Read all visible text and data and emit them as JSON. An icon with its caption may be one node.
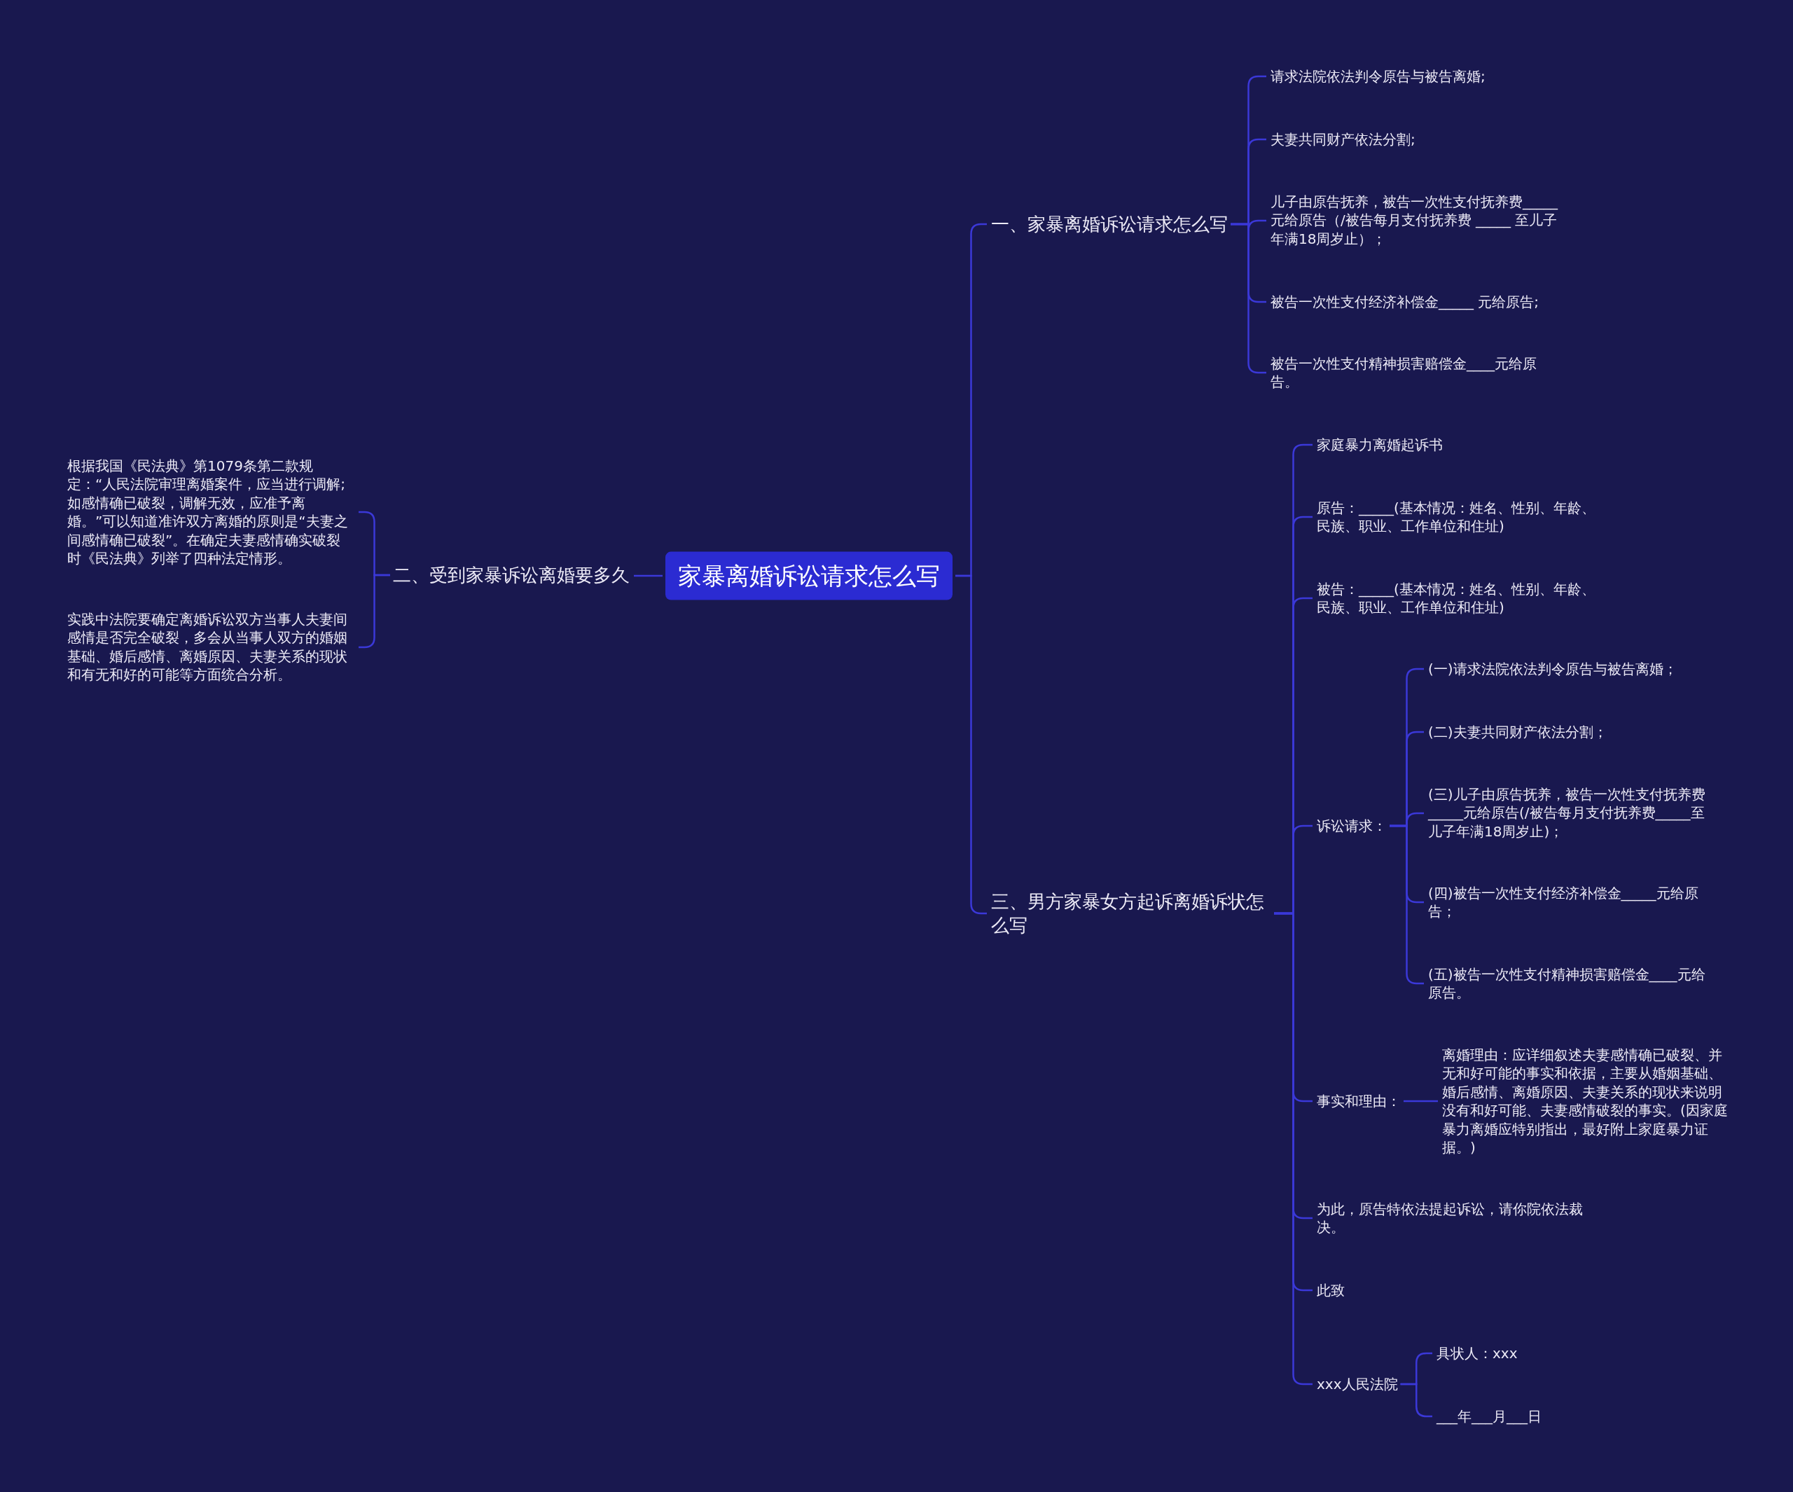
{
  "diagram": {
    "nodes": [
      {
        "text": [
          "家暴离婚诉讼请求怎么写"
        ]
      },
      {
        "text": [
          "一、家暴离婚诉讼请求怎么写"
        ]
      },
      {
        "text": [
          "请求法院依法判令原告与被告离婚;"
        ]
      },
      {
        "text": [
          "夫妻共同财产依法分割;"
        ]
      },
      {
        "text": [
          "儿子由原告抚养，被告一次性支付抚养费_____元给原告（/被告每月支付抚养费 _____ 至儿子年满18周岁止）；"
        ]
      },
      {
        "text": [
          "被告一次性支付经济补偿金_____ 元给原告;"
        ]
      },
      {
        "text": [
          "被告一次性支付精神损害赔偿金____元给原告。"
        ]
      },
      {
        "text": [
          "二、受到家暴诉讼离婚要多久"
        ]
      },
      {
        "text": [
          "根据我国《民法典》第1079条第二款规定：“人民法院审理离婚案件，应当进行调解;如感情确已破裂，调解无效，应准予离婚。”可以知道准许双方离婚的原则是“夫妻之间感情确已破裂”。在确定夫妻感情确实破裂时《民法典》列举了四种法定情形。"
        ]
      },
      {
        "text": [
          "实践中法院要确定离婚诉讼双方当事人夫妻间感情是否完全破裂，多会从当事人双方的婚姻基础、婚后感情、离婚原因、夫妻关系的现状和有无和好的可能等方面统合分析。"
        ]
      },
      {
        "text": [
          "三、男方家暴女方起诉离婚诉状怎么写"
        ]
      },
      {
        "text": [
          "家庭暴力离婚起诉书"
        ]
      },
      {
        "text": [
          "原告：_____(基本情况：姓名、性别、年龄、民族、职业、工作单位和住址)"
        ]
      },
      {
        "text": [
          "被告：_____(基本情况：姓名、性别、年龄、民族、职业、工作单位和住址)"
        ]
      },
      {
        "text": [
          "诉讼请求："
        ]
      },
      {
        "text": [
          "(一)请求法院依法判令原告与被告离婚；"
        ]
      },
      {
        "text": [
          "(二)夫妻共同财产依法分割；"
        ]
      },
      {
        "text": [
          "(三)儿子由原告抚养，被告一次性支付抚养费_____元给原告(/被告每月支付抚养费_____至儿子年满18周岁止)；"
        ]
      },
      {
        "text": [
          "(四)被告一次性支付经济补偿金_____元给原告；"
        ]
      },
      {
        "text": [
          "(五)被告一次性支付精神损害赔偿金____元给原告。"
        ]
      },
      {
        "text": [
          "事实和理由："
        ]
      },
      {
        "text": [
          "离婚理由：应详细叙述夫妻感情确已破裂、并无和好可能的事实和依据，主要从婚姻基础、婚后感情、离婚原因、夫妻关系的现状来说明没有和好可能、夫妻感情破裂的事实。(因家庭暴力离婚应特别指出，最好附上家庭暴力证据。)"
        ]
      },
      {
        "text": [
          "为此，原告特依法提起诉讼，请你院依法裁决。"
        ]
      },
      {
        "text": [
          "此致"
        ]
      },
      {
        "text": [
          "xxx人民法院"
        ]
      },
      {
        "text": [
          "具状人：xxx"
        ]
      },
      {
        "text": [
          "___年___月___日"
        ]
      }
    ],
    "edges": [
      {
        "from": 0,
        "to": 1,
        "arrow": "none"
      },
      {
        "from": 1,
        "to": 2,
        "arrow": "none"
      },
      {
        "from": 1,
        "to": 3,
        "arrow": "none"
      },
      {
        "from": 1,
        "to": 4,
        "arrow": "none"
      },
      {
        "from": 1,
        "to": 5,
        "arrow": "none"
      },
      {
        "from": 1,
        "to": 6,
        "arrow": "none"
      },
      {
        "from": 0,
        "to": 7,
        "arrow": "none"
      },
      {
        "from": 7,
        "to": 8,
        "arrow": "none"
      },
      {
        "from": 7,
        "to": 9,
        "arrow": "none"
      },
      {
        "from": 0,
        "to": 10,
        "arrow": "none"
      },
      {
        "from": 10,
        "to": 11,
        "arrow": "none"
      },
      {
        "from": 10,
        "to": 12,
        "arrow": "none"
      },
      {
        "from": 10,
        "to": 13,
        "arrow": "none"
      },
      {
        "from": 10,
        "to": 14,
        "arrow": "none"
      },
      {
        "from": 14,
        "to": 15,
        "arrow": "none"
      },
      {
        "from": 14,
        "to": 16,
        "arrow": "none"
      },
      {
        "from": 14,
        "to": 17,
        "arrow": "none"
      },
      {
        "from": 14,
        "to": 18,
        "arrow": "none"
      },
      {
        "from": 14,
        "to": 19,
        "arrow": "none"
      },
      {
        "from": 10,
        "to": 20,
        "arrow": "none"
      },
      {
        "from": 20,
        "to": 21,
        "arrow": "none"
      },
      {
        "from": 10,
        "to": 22,
        "arrow": "none"
      },
      {
        "from": 10,
        "to": 23,
        "arrow": "none"
      },
      {
        "from": 10,
        "to": 24,
        "arrow": "none"
      },
      {
        "from": 24,
        "to": 25,
        "arrow": "none"
      },
      {
        "from": 24,
        "to": 26,
        "arrow": "none"
      }
    ]
  }
}
